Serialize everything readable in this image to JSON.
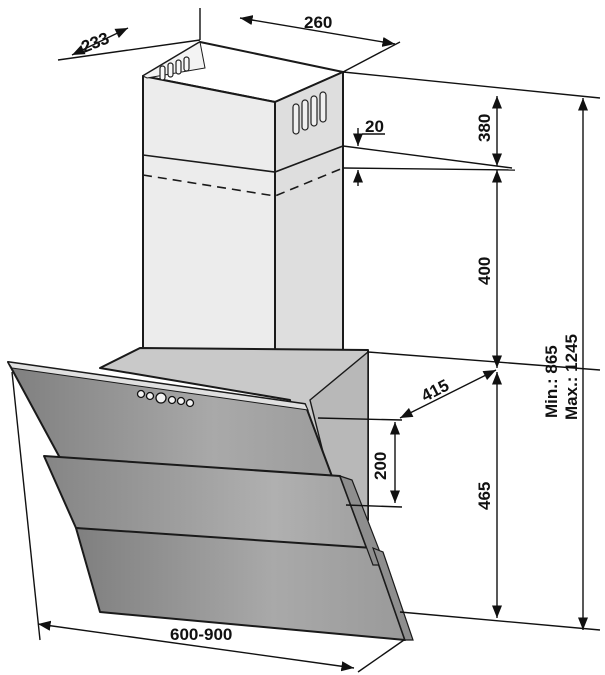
{
  "dimensions": {
    "chimney_depth": "233",
    "chimney_width": "260",
    "chimney_upper_height": "380",
    "overlap": "20",
    "chimney_lower_height": "400",
    "hood_depth": "415",
    "hood_back_height": "200",
    "hood_height": "465",
    "hood_width": "600-900",
    "total_min": "Min.: 865",
    "total_max": "Max.: 1245"
  }
}
